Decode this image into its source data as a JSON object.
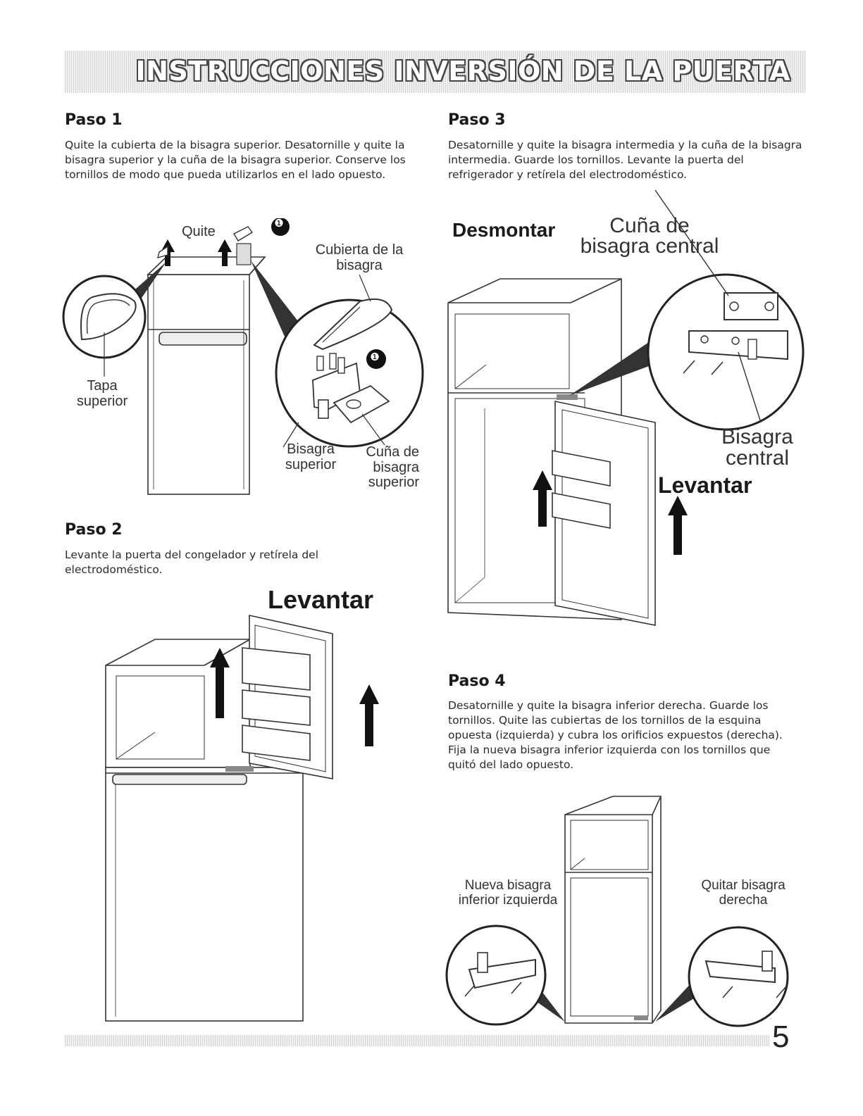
{
  "header": {
    "title": "INSTRUCCIONES INVERSIÓN DE LA PUERTA"
  },
  "step1": {
    "heading": "Paso 1",
    "text": "Quite la cubierta de la bisagra superior. Desatornille y quite la bisagra superior y la cuña de la bisagra superior. Conserve los tornillos de modo que pueda utilizarlos en el lado opuesto.",
    "labels": {
      "quite": "Quite",
      "cover": "Cubierta de la bisagra",
      "tapa": "Tapa superior",
      "hinge": "Bisagra superior",
      "wedge": "Cuña de bisagra superior",
      "marker": "❶"
    }
  },
  "step2": {
    "heading": "Paso 2",
    "text": "Levante la puerta del congelador y retírela del electrodoméstico.",
    "labels": {
      "lift": "Levantar"
    }
  },
  "step3": {
    "heading": "Paso 3",
    "text": "Desatornille y quite la bisagra intermedia y la cuña de la bisagra intermedia. Guarde los tornillos. Levante la puerta del refrigerador y retírela del electrodoméstico.",
    "labels": {
      "remove": "Desmontar",
      "wedge": "Cuña de bisagra central",
      "hinge": "Bisagra central",
      "lift": "Levantar"
    }
  },
  "step4": {
    "heading": "Paso 4",
    "text": "Desatornille y quite la bisagra inferior derecha. Guarde los tornillos. Quite las cubiertas de los tornillos de la esquina opuesta (izquierda) y cubra los orificios expuestos (derecha). Fija la nueva bisagra inferior izquierda con los tornillos que quitó del lado opuesto.",
    "labels": {
      "new_hinge": "Nueva bisagra inferior izquierda",
      "remove_hinge": "Quitar bisagra derecha"
    }
  },
  "footer": {
    "page_number": "5"
  }
}
